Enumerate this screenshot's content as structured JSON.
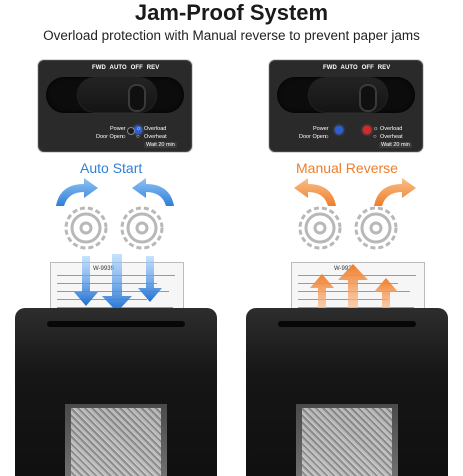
{
  "header": {
    "title": "Jam-Proof System",
    "subtitle": "Overload protection with Manual reverse to prevent paper jams"
  },
  "panels": {
    "positions": [
      "FWD",
      "AUTO",
      "OFF",
      "REV"
    ],
    "power_label": "Power",
    "door_label": "Door Open",
    "overload_label": "Overload",
    "overheat_label": "Overheat",
    "wait_label": "Wait 20 min",
    "form_tag": "W-9939"
  },
  "modes": {
    "left": "Auto Start",
    "right": "Manual Reverse"
  },
  "colors": {
    "auto_start": "#2f7fd8",
    "manual_reverse": "#f07d2a",
    "power_led": "#2a5fd6",
    "overload_led": "#d42a2a"
  }
}
